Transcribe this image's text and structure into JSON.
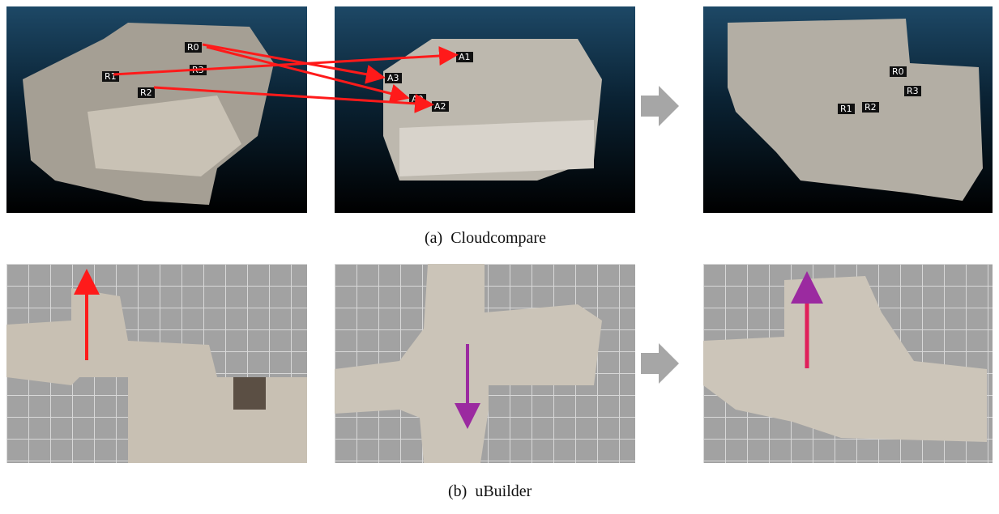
{
  "figure": {
    "row_a": {
      "caption": "(a)  Cloudcompare",
      "source_labels": [
        "R0",
        "R1",
        "R2",
        "R3"
      ],
      "target_labels": [
        "A0",
        "A1",
        "A2",
        "A3"
      ],
      "result_labels": [
        "R0",
        "R1",
        "R2",
        "R3"
      ]
    },
    "row_b": {
      "caption": "(b)  uBuilder"
    },
    "colors": {
      "correspondence": "#ff1a1a",
      "arrow_target": "#9b2aa0",
      "process_arrow": "#a6a6a6"
    }
  }
}
